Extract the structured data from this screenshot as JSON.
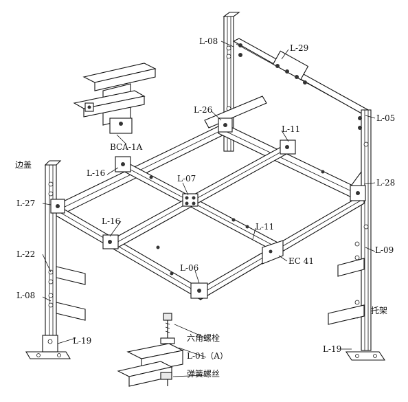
{
  "labels": {
    "l08_top": "L-08",
    "l29": "L-29",
    "l05": "L-05",
    "l26": "L-26",
    "l11_top": "L-11",
    "bca1a": "BCA-1A",
    "biangai": "边盖",
    "l16_top": "L-16",
    "l07": "L-07",
    "l28": "L-28",
    "l27": "L-27",
    "l16_mid": "L-16",
    "l11_mid": "L-11",
    "l22": "L-22",
    "l09": "L-09",
    "ec41": "EC 41",
    "l06": "L-06",
    "l08_left": "L-08",
    "tuojia": "托架",
    "l19_left": "L-19",
    "l19_right": "L-19",
    "hex_bolt": "六角螺栓",
    "l01a": "L-01（A）",
    "spring_nut": "弹簧螺丝"
  }
}
